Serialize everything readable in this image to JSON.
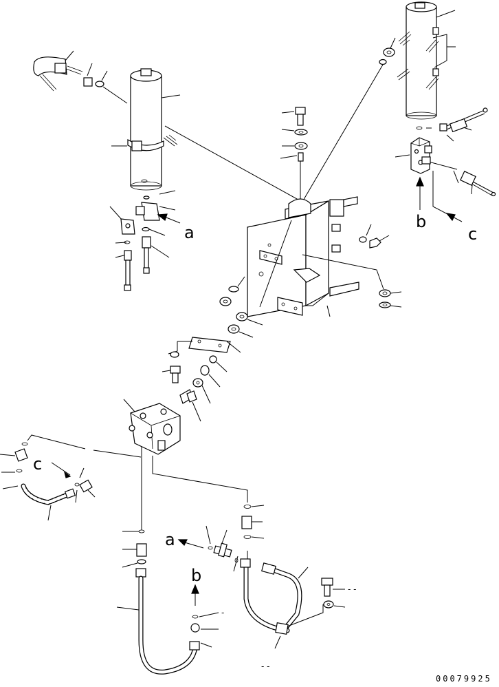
{
  "callouts": {
    "a_center": "a",
    "a_bottom": "a",
    "b_right": "b",
    "b_bottom": "b",
    "c_right": "c",
    "c_left": "c"
  },
  "drawing_number": "00079925",
  "dash_marks": {
    "bolt_right": "- -",
    "hose_bottom": "- -",
    "fitting_b": "-"
  },
  "colors": {
    "ink": "#000000",
    "paper": "#ffffff"
  }
}
